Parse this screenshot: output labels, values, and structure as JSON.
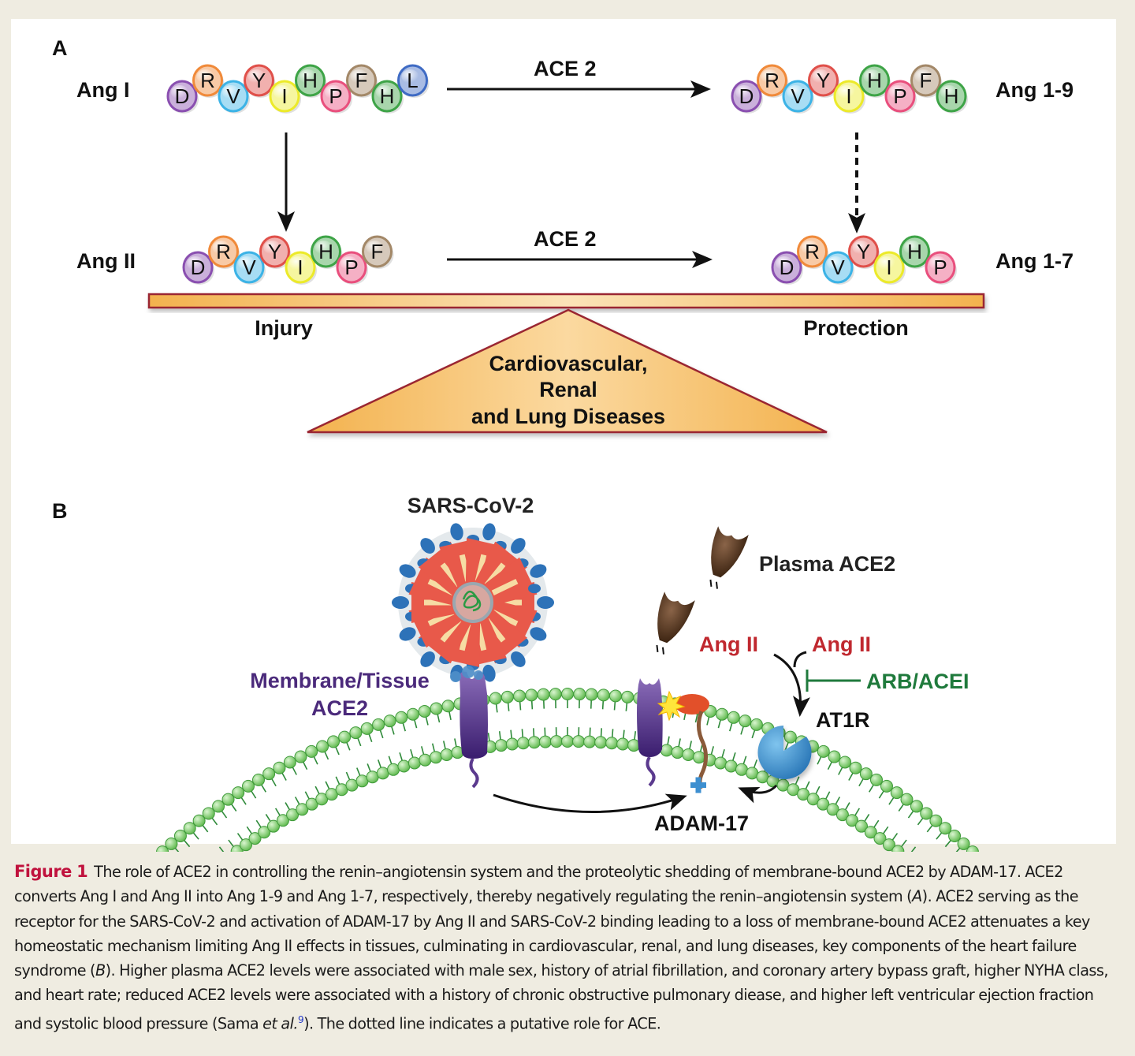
{
  "panel_a": {
    "label": "A",
    "ang1": {
      "name": "Ang I",
      "residues": [
        "D",
        "R",
        "V",
        "Y",
        "I",
        "H",
        "P",
        "F",
        "H",
        "L"
      ]
    },
    "ang19": {
      "name": "Ang 1-9",
      "residues": [
        "D",
        "R",
        "V",
        "Y",
        "I",
        "H",
        "P",
        "F",
        "H"
      ]
    },
    "ang2": {
      "name": "Ang II",
      "residues": [
        "D",
        "R",
        "V",
        "Y",
        "I",
        "H",
        "P",
        "F"
      ]
    },
    "ang17": {
      "name": "Ang 1-7",
      "residues": [
        "D",
        "R",
        "V",
        "Y",
        "I",
        "H",
        "P"
      ]
    },
    "enzyme_top": "ACE 2",
    "enzyme_bottom": "ACE 2",
    "balance_left": "Injury",
    "balance_right": "Protection",
    "fulcrum_lines": [
      "Cardiovascular,",
      "Renal",
      "and Lung Diseases"
    ],
    "residue_colors": {
      "D": "#8a4fb0",
      "R": "#f08a3a",
      "V": "#3cb3e6",
      "Y": "#e0504a",
      "I": "#ecea2a",
      "H": "#3ea447",
      "P": "#e94f7d",
      "F": "#a38868",
      "L": "#3f6bc4"
    }
  },
  "panel_b": {
    "label": "B",
    "virus": "SARS-CoV-2",
    "membrane_ace2": [
      "Membrane/Tissue",
      "ACE2"
    ],
    "plasma_ace2": "Plasma ACE2",
    "ang2_left": "Ang II",
    "ang2_right": "Ang II",
    "inhibitor": "ARB/ACEI",
    "receptor": "AT1R",
    "protease": "ADAM-17",
    "colors": {
      "ang2": "#c0282f",
      "inhibitor": "#1f7a3c",
      "membrane_ace2": "#4b2a7b",
      "membrane": "#6cc35c"
    }
  },
  "caption": {
    "figure_label": "Figure 1",
    "text_1": "The role of ACE2 in controlling the renin–angiotensin system and the proteolytic shedding of membrane-bound ACE2 by ADAM-17. ACE2 converts Ang I and Ang II into Ang 1-9 and Ang 1-7, respectively, thereby negatively regulating the renin–angiotensin system (",
    "ref_a": "A",
    "text_2": "). ACE2 serving as the receptor for the SARS-CoV-2 and activation of ADAM-17 by Ang II and SARS-CoV-2 binding leading to a loss of membrane-bound ACE2 attenuates a key homeostatic mechanism limiting Ang II effects in tissues, culminating in cardiovascular, renal, and lung diseases, key components of the heart failure syndrome (",
    "ref_b": "B",
    "text_3": "). Higher plasma ACE2 levels were associated with male sex, history of atrial fibrillation, and coronary artery bypass graft, higher NYHA class, and heart rate; reduced ACE2 levels were associated with a history of chronic obstructive pulmonary diease, and higher left ventricular ejection fraction and systolic blood pressure (Sama ",
    "etal": "et al.",
    "citation": "9",
    "text_4": "). The dotted line indicates a putative role for ACE."
  }
}
